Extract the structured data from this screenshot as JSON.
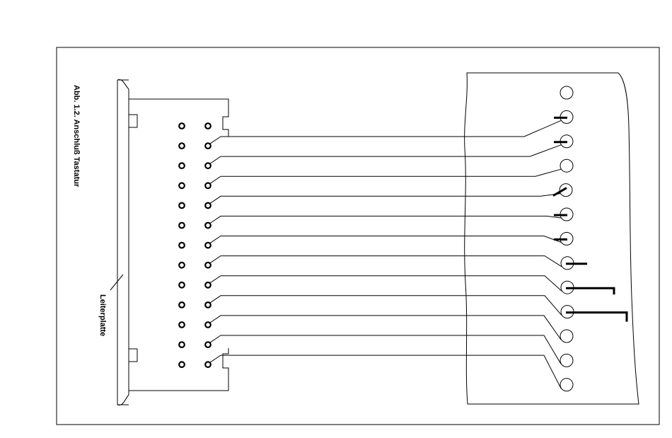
{
  "figure": {
    "caption": "Abb. 1.2. Anschluß Tastatur",
    "board_label": "Leiterplatte"
  },
  "connector": {
    "rows": 13,
    "left_column_pins": 13,
    "right_column_pins": 13,
    "wired_pins": 12
  },
  "keyboard_contacts": [
    {
      "index": 1,
      "wired": false,
      "mark": "none"
    },
    {
      "index": 2,
      "wired": true,
      "mark": "bar"
    },
    {
      "index": 3,
      "wired": true,
      "mark": "bar"
    },
    {
      "index": 4,
      "wired": true,
      "mark": "none"
    },
    {
      "index": 5,
      "wired": true,
      "mark": "slant"
    },
    {
      "index": 6,
      "wired": true,
      "mark": "bar"
    },
    {
      "index": 7,
      "wired": true,
      "mark": "bar"
    },
    {
      "index": 8,
      "wired": true,
      "mark": "bar-right"
    },
    {
      "index": 9,
      "wired": true,
      "mark": "hook"
    },
    {
      "index": 10,
      "wired": true,
      "mark": "hook-long"
    },
    {
      "index": 11,
      "wired": true,
      "mark": "none"
    },
    {
      "index": 12,
      "wired": true,
      "mark": "none"
    },
    {
      "index": 13,
      "wired": false,
      "mark": "none"
    }
  ]
}
